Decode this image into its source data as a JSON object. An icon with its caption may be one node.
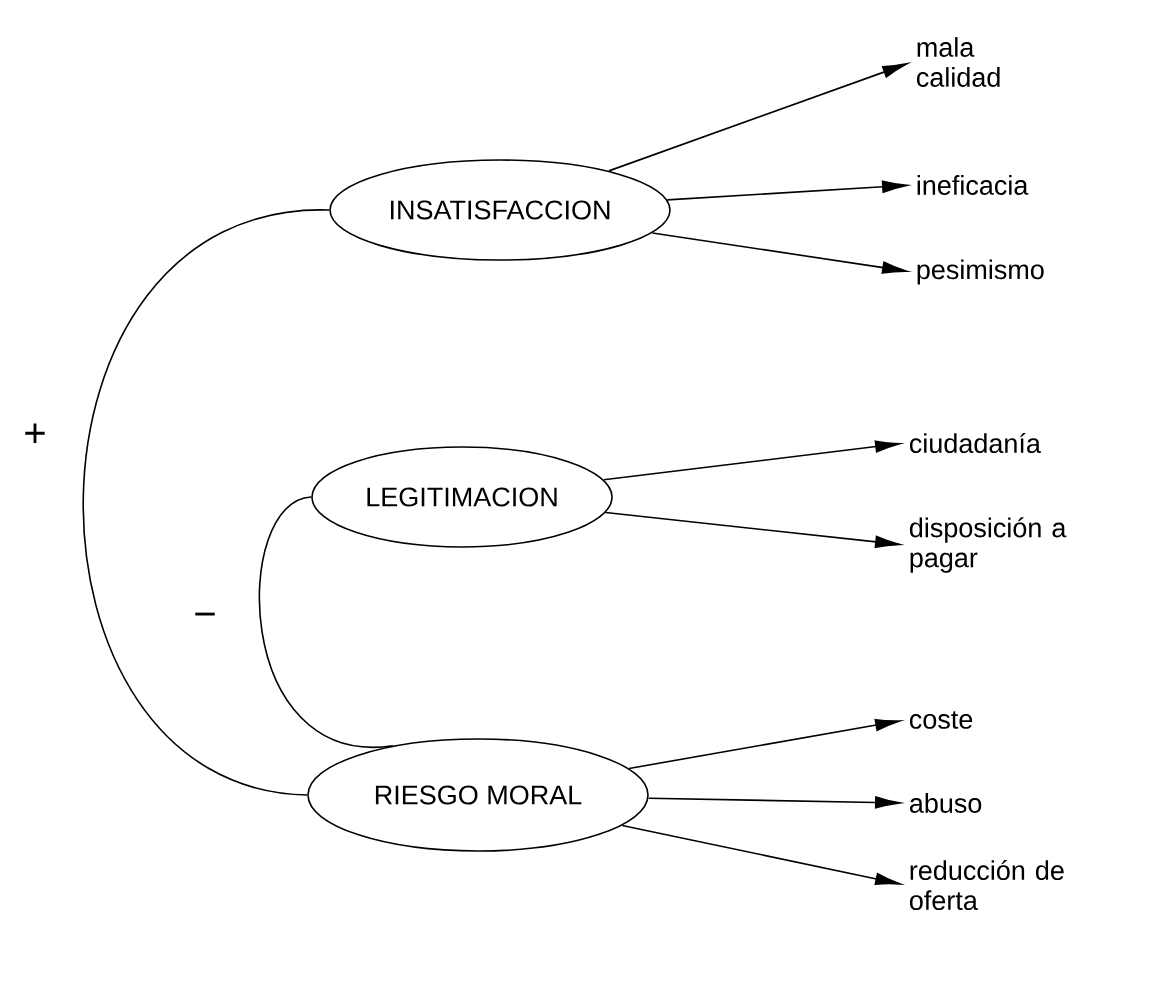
{
  "diagram": {
    "nodes": [
      {
        "text": [
          "INSATISFACCION"
        ]
      },
      {
        "text": [
          "LEGITIMACION"
        ]
      },
      {
        "text": [
          "RIESGO MORAL"
        ]
      },
      {
        "text": [
          "mala calidad"
        ]
      },
      {
        "text": [
          "ineficacia"
        ]
      },
      {
        "text": [
          "pesimismo"
        ]
      },
      {
        "text": [
          "ciudadanía"
        ]
      },
      {
        "text": [
          "disposición a pagar"
        ]
      },
      {
        "text": [
          "coste"
        ]
      },
      {
        "text": [
          "abuso"
        ]
      },
      {
        "text": [
          "reducción de oferta"
        ]
      }
    ],
    "edges": [
      {
        "from": 0,
        "to": 3,
        "arrow": "to"
      },
      {
        "from": 0,
        "to": 4,
        "arrow": "to"
      },
      {
        "from": 0,
        "to": 5,
        "arrow": "to"
      },
      {
        "from": 1,
        "to": 6,
        "arrow": "to"
      },
      {
        "from": 1,
        "to": 7,
        "arrow": "to"
      },
      {
        "from": 2,
        "to": 8,
        "arrow": "to"
      },
      {
        "from": 2,
        "to": 9,
        "arrow": "to"
      },
      {
        "from": 2,
        "to": 10,
        "arrow": "to"
      },
      {
        "from": 0,
        "to": 2,
        "arrow": "none",
        "label": "+"
      },
      {
        "from": 1,
        "to": 2,
        "arrow": "none",
        "label": "−"
      }
    ]
  }
}
